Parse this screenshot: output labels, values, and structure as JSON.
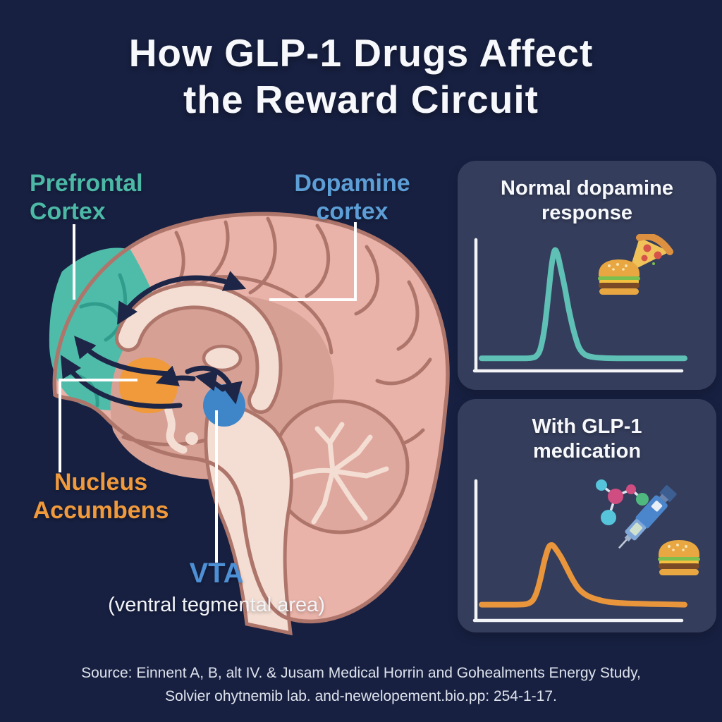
{
  "title": {
    "line1": "How GLP-1 Drugs Affect",
    "line2": "the Reward Circuit"
  },
  "brain_labels": {
    "prefrontal": {
      "line1": "Prefrontal",
      "line2": "Cortex",
      "color": "#4cb8a6"
    },
    "dopamine": {
      "line1": "Dopamine",
      "line2": "cortex",
      "color": "#5d9ed6"
    },
    "nucleus": {
      "line1": "Nucleus",
      "line2": "Accumbens",
      "color": "#f09a3c"
    },
    "vta": {
      "abbr": "VTA",
      "full": "(ventral tegmental area)",
      "color": "#4d90d6"
    }
  },
  "brain_region_colors": {
    "prefrontal_cortex": "#4fbcaa",
    "nucleus_accumbens": "#f09a3c",
    "vta": "#3e86c8",
    "cortex": "#e9b3a9",
    "cortex_outline": "#ae756b",
    "inner_structures": "#d7a095",
    "white_matter_cream": "#f4ddd2",
    "pathway_arrows": "#1d2647"
  },
  "panels": [
    {
      "title_line1": "Normal dopamine",
      "title_line2": "response",
      "icons": [
        "burger-icon",
        "pizza-icon"
      ]
    },
    {
      "title_line1": "With GLP-1",
      "title_line2": "medication",
      "icons": [
        "molecule-icon",
        "injection-pen-icon",
        "burger-icon"
      ]
    }
  ],
  "chart_data": [
    {
      "type": "line",
      "title": "Normal dopamine response",
      "color": "#5fc0b6",
      "xlabel": "",
      "ylabel": "",
      "x_range": [
        0,
        1
      ],
      "y_range": [
        0,
        1
      ],
      "grid": false,
      "legend": false,
      "baseline": 0.08,
      "peak": {
        "x": 0.36,
        "y": 0.97
      },
      "points": [
        [
          0,
          0.08
        ],
        [
          0.08,
          0.08
        ],
        [
          0.16,
          0.08
        ],
        [
          0.22,
          0.08
        ],
        [
          0.25,
          0.085
        ],
        [
          0.27,
          0.1
        ],
        [
          0.29,
          0.16
        ],
        [
          0.31,
          0.33
        ],
        [
          0.33,
          0.62
        ],
        [
          0.345,
          0.85
        ],
        [
          0.36,
          0.97
        ],
        [
          0.375,
          0.93
        ],
        [
          0.39,
          0.82
        ],
        [
          0.41,
          0.66
        ],
        [
          0.43,
          0.48
        ],
        [
          0.455,
          0.3
        ],
        [
          0.48,
          0.17
        ],
        [
          0.51,
          0.11
        ],
        [
          0.55,
          0.09
        ],
        [
          0.6,
          0.083
        ],
        [
          0.7,
          0.08
        ],
        [
          0.85,
          0.08
        ],
        [
          1,
          0.08
        ]
      ]
    },
    {
      "type": "line",
      "title": "With GLP-1 medication",
      "color": "#e8953c",
      "xlabel": "",
      "ylabel": "",
      "x_range": [
        0,
        1
      ],
      "y_range": [
        0,
        1
      ],
      "grid": false,
      "legend": false,
      "baseline": 0.1,
      "peak": {
        "x": 0.345,
        "y": 0.56
      },
      "points": [
        [
          0,
          0.1
        ],
        [
          0.1,
          0.1
        ],
        [
          0.17,
          0.1
        ],
        [
          0.22,
          0.105
        ],
        [
          0.25,
          0.13
        ],
        [
          0.27,
          0.19
        ],
        [
          0.29,
          0.3
        ],
        [
          0.31,
          0.44
        ],
        [
          0.33,
          0.54
        ],
        [
          0.345,
          0.56
        ],
        [
          0.36,
          0.54
        ],
        [
          0.39,
          0.47
        ],
        [
          0.42,
          0.38
        ],
        [
          0.45,
          0.29
        ],
        [
          0.48,
          0.22
        ],
        [
          0.52,
          0.17
        ],
        [
          0.57,
          0.14
        ],
        [
          0.63,
          0.12
        ],
        [
          0.72,
          0.11
        ],
        [
          0.85,
          0.105
        ],
        [
          1,
          0.1
        ]
      ]
    }
  ],
  "source": {
    "line1": "Source: Einnent A, B, alt IV. & Jusam Medical Horrin and Gohealments Energy Study,",
    "line2": "Solvier ohytnemib lab. and-newelopement.bio.pp: 254-1-17."
  },
  "colors": {
    "background": "#172041",
    "panel_background": "#343d5b",
    "title_text": "#f7f8fb",
    "source_text": "#dde2ec",
    "axis": "#f2f4f8",
    "label_lines": "#ffffff"
  }
}
